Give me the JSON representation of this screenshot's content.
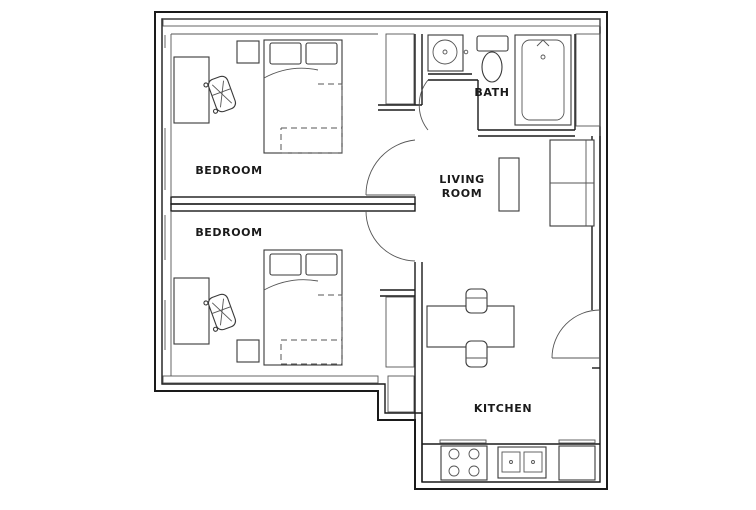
{
  "floor_plan": {
    "rooms": {
      "bedroom_upper": "BEDROOM",
      "bedroom_lower": "BEDROOM",
      "bath": "BATH",
      "living_line1": "LIVING",
      "living_line2": "ROOM",
      "kitchen": "KITCHEN"
    }
  }
}
